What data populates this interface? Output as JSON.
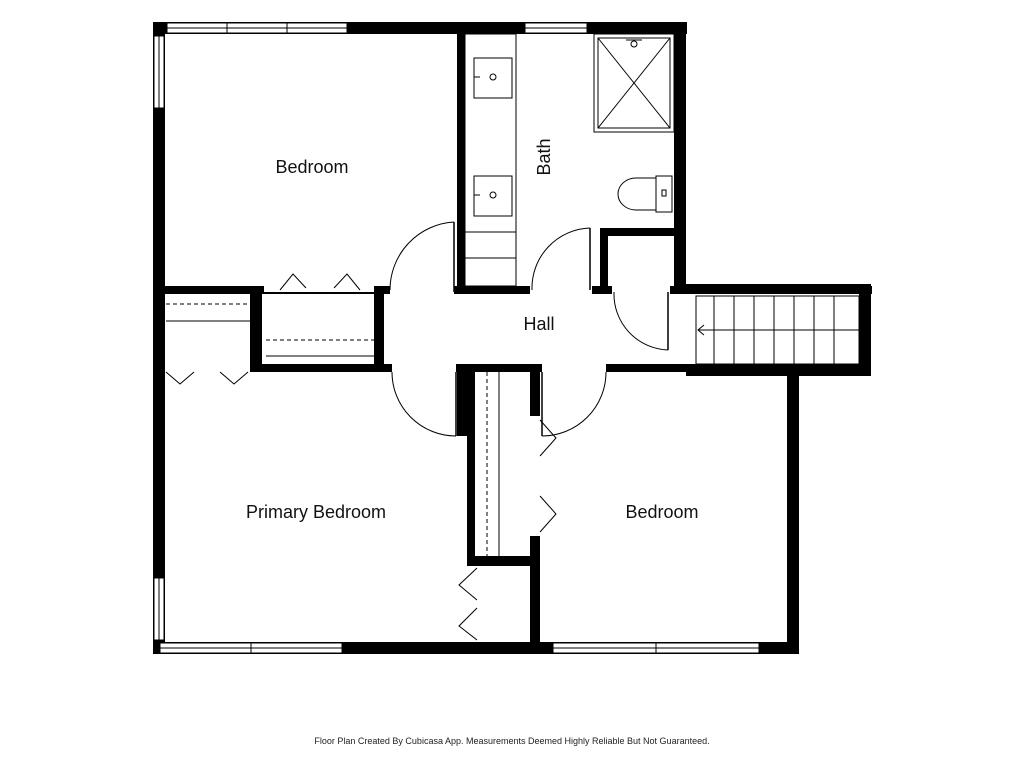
{
  "rooms": {
    "bedroom_top_left": "Bedroom",
    "bath": "Bath",
    "hall": "Hall",
    "primary_bedroom": "Primary Bedroom",
    "bedroom_bottom_right": "Bedroom"
  },
  "footer": "Floor Plan Created By Cubicasa App. Measurements Deemed Highly Reliable But Not Guaranteed."
}
